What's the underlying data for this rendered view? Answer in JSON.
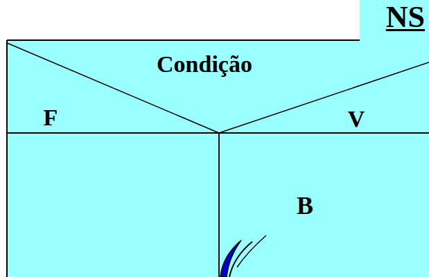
{
  "diagram": {
    "title": "NS",
    "nodes": [
      {
        "text": [
          "Condição",
          "F",
          "V"
        ]
      },
      {
        "text": [
          "B"
        ]
      }
    ]
  }
}
